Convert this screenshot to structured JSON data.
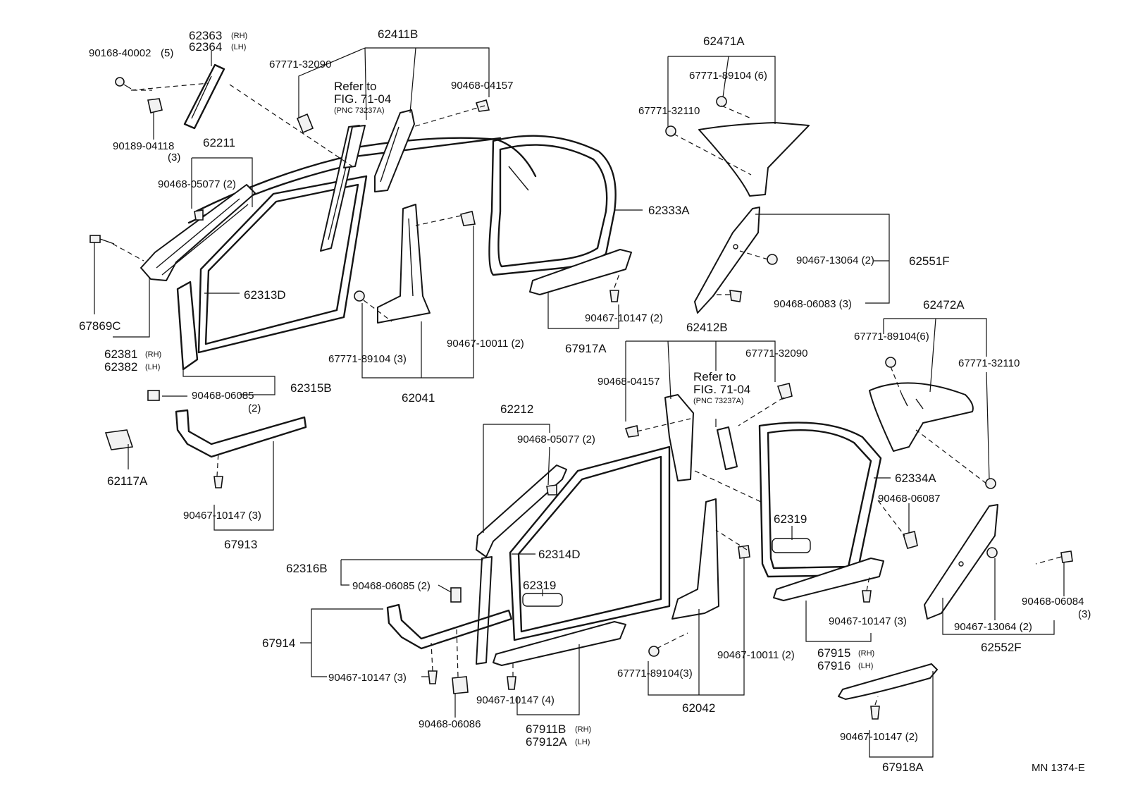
{
  "labels": {
    "p62363": "62363",
    "p62363_side": "(RH)",
    "p62364": "62364",
    "p62364_side": "(LH)",
    "p90168": "90168-40002",
    "p90168_qty": "(5)",
    "p90189": "90189-04118",
    "p90189_qty": "(3)",
    "p62411B": "62411B",
    "p67771_32090_a": "67771-32090",
    "refer_a_1": "Refer to",
    "refer_a_2": "FIG. 71-04",
    "refer_a_3": "(PNC 73237A)",
    "p90468_04157_a": "90468-04157",
    "p62211": "62211",
    "p90468_05077_a": "90468-05077 (2)",
    "p62471A": "62471A",
    "p67771_89104_6a": "67771-89104 (6)",
    "p67771_32110_a": "67771-32110",
    "p62333A": "62333A",
    "p90467_13064_a": "90467-13064 (2)",
    "p62551F": "62551F",
    "p90468_06083": "90468-06083 (3)",
    "p67869C": "67869C",
    "p62313D": "62313D",
    "p62381": "62381",
    "p62381_side": "(RH)",
    "p62382": "62382",
    "p62382_side": "(LH)",
    "p90467_10147_2a": "90467-10147 (2)",
    "p67917A": "67917A",
    "p90467_10011_a": "90467-10011 (2)",
    "p67771_89104_3a": "67771-89104 (3)",
    "p62041": "62041",
    "p62315B": "62315B",
    "p90468_06085_a": "90468-06085",
    "p90468_06085_a_qty": "(2)",
    "p62412B": "62412B",
    "p62472A": "62472A",
    "p67771_32090_b": "67771-32090",
    "p67771_89104_6b": "67771-89104(6)",
    "p67771_32110_b": "67771-32110",
    "p90468_04157_b": "90468-04157",
    "refer_b_1": "Refer to",
    "refer_b_2": "FIG. 71-04",
    "refer_b_3": "(PNC 73237A)",
    "p62212": "62212",
    "p90468_05077_b": "90468-05077 (2)",
    "p62117A": "62117A",
    "p62334A": "62334A",
    "p90468_06087": "90468-06087",
    "p62319_a": "62319",
    "p90467_10147_3a": "90467-10147 (3)",
    "p67913": "67913",
    "p62314D": "62314D",
    "p62316B": "62316B",
    "p90468_06085_b": "90468-06085 (2)",
    "p62319_b": "62319",
    "p90468_06084": "90468-06084",
    "p90468_06084_qty": "(3)",
    "p90467_10147_3b": "90467-10147 (3)",
    "p90467_13064_b": "90467-13064 (2)",
    "p62552F": "62552F",
    "p67914": "67914",
    "p67915": "67915",
    "p67915_side": "(RH)",
    "p67916": "67916",
    "p67916_side": "(LH)",
    "p90467_10011_b": "90467-10011 (2)",
    "p67771_89104_3b": "67771-89104(3)",
    "p90467_10147_3c": "90467-10147 (3)",
    "p90467_10147_4": "90467-10147 (4)",
    "p62042": "62042",
    "p90468_06086": "90468-06086",
    "p67911B": "67911B",
    "p67911B_side": "(RH)",
    "p67912A": "67912A",
    "p67912A_side": "(LH)",
    "p90467_10147_2b": "90467-10147 (2)",
    "p67918A": "67918A",
    "ref_code": "MN 1374-E"
  }
}
